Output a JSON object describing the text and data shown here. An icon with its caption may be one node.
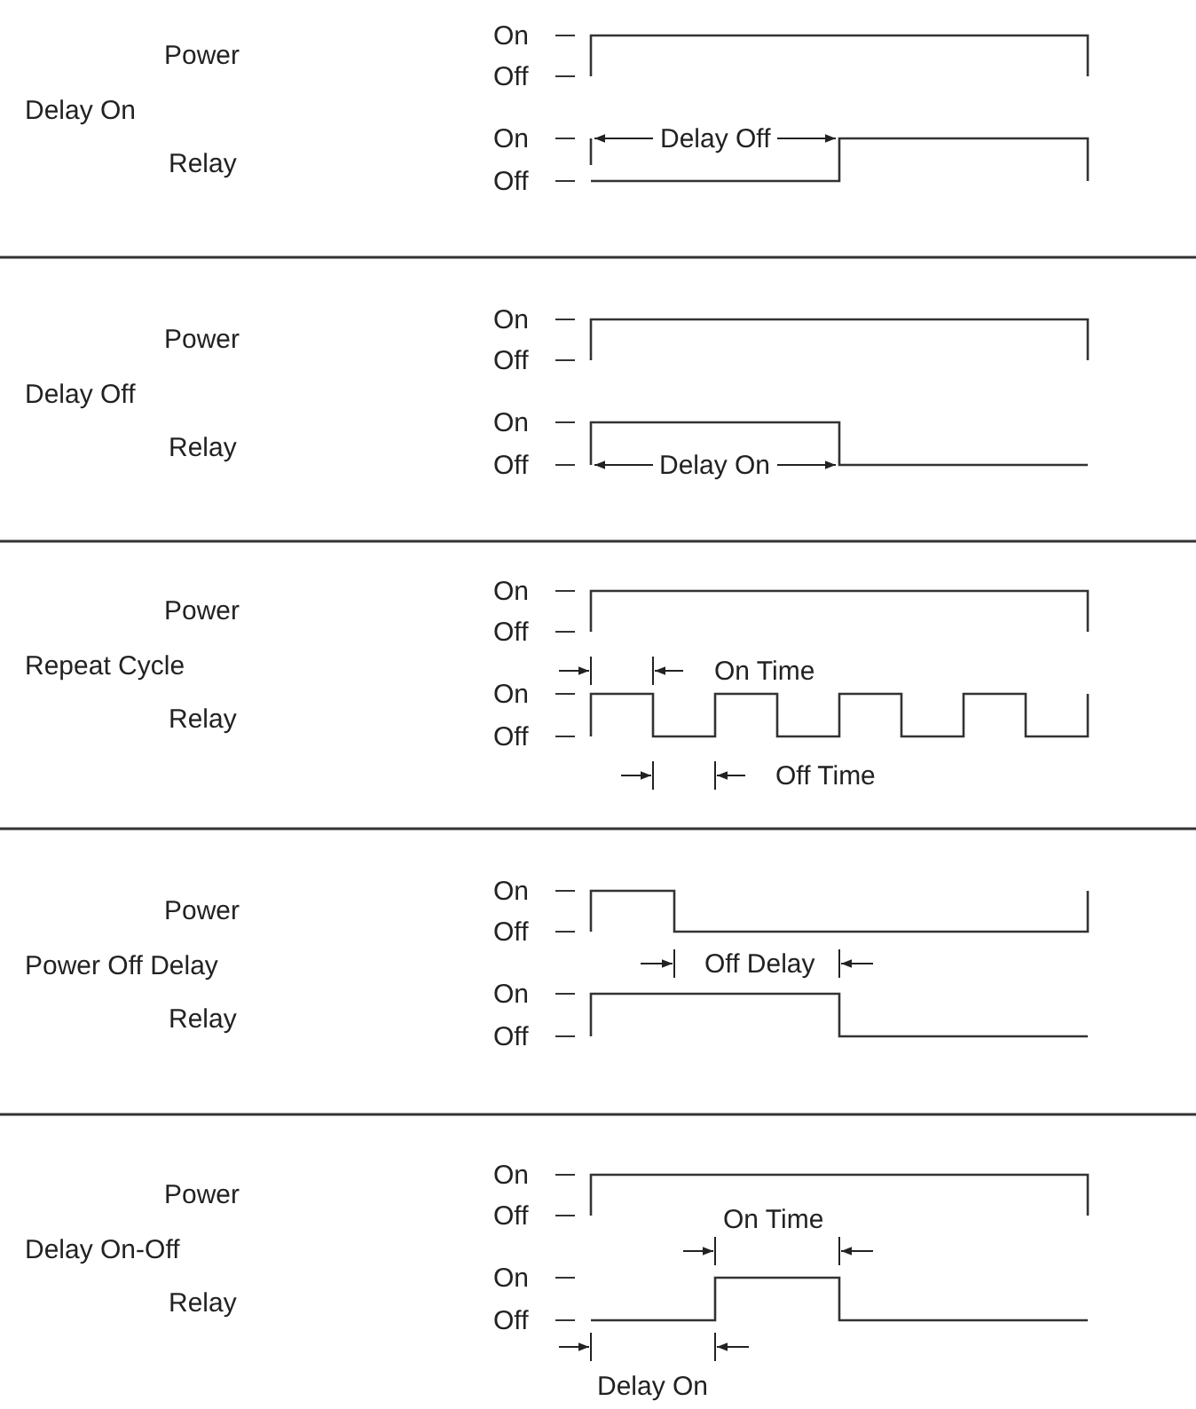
{
  "diagram": {
    "labels": [
      "Delay On",
      "Power",
      "On",
      "Off",
      "Relay",
      "On",
      "Off",
      "Delay Off",
      "Delay Off",
      "Power",
      "On",
      "Off",
      "Relay",
      "On",
      "Off",
      "Delay On",
      "Repeat Cycle",
      "Power",
      "On",
      "Off",
      "Relay",
      "On",
      "Off",
      "On Time",
      "Off Time",
      "Power Off Delay",
      "Power",
      "On",
      "Off",
      "Relay",
      "On",
      "Off",
      "Off Delay",
      "Delay On-Off",
      "Power",
      "On",
      "Off",
      "Relay",
      "On",
      "Off",
      "On Time",
      "Delay On"
    ]
  }
}
